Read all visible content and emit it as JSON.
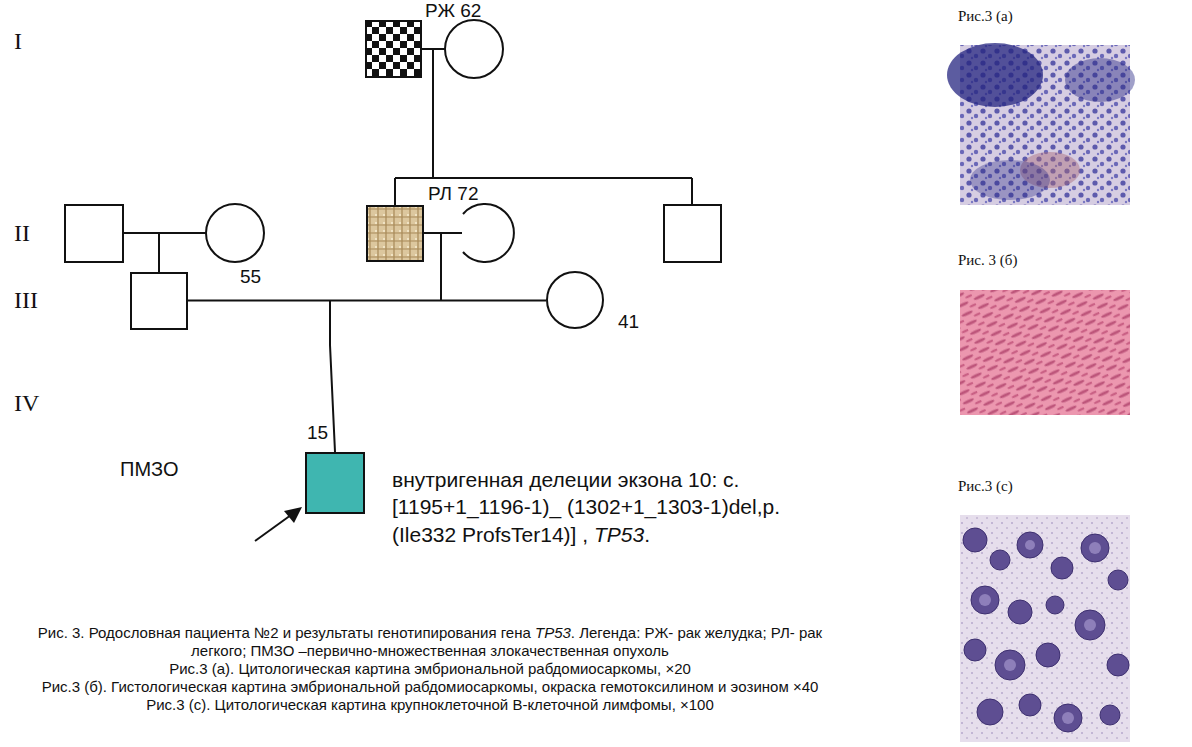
{
  "diagram": {
    "caption": "Рис. 3. Родословная пациента №2 и результаты генотипирования гена TP53. Легенда: РЖ- рак желудка; РЛ- рак легкого; ПМЗО –первично-множественная злокачественная опухоль",
    "nodes": [
      {
        "text": [
          "РЖ 62"
        ]
      },
      {
        "text": [
          "РЛ 72"
        ]
      },
      {
        "text": [
          "55"
        ]
      },
      {
        "text": [
          "41"
        ]
      },
      {
        "text": [
          "15"
        ]
      }
    ],
    "edges": [
      {
        "from": 2,
        "to": 3,
        "arrow": "none"
      }
    ],
    "labels": [
      "I",
      "II",
      "III",
      "IV",
      "ПМЗО",
      "внутригенная делеции экзона 10: c.[1195+1_1196-1)_ (1302+1_1303-1)del,p. (Ile332 ProfsTer14)] , TP53.",
      "Рис.3 (а)",
      "Рис. 3 (б)",
      "Рис.3 (с)",
      "Рис.3 (а). Цитологическая картина эмбриональной рабдомиосаркомы, ×20",
      "Рис.3 (б). Гистологическая картина эмбриональной рабдомиосаркомы, окраска гемотоксилином и эозином ×40",
      "Рис.3 (с). Цитологическая картина крупноклеточной В-клеточной лимфомы, ×100"
    ]
  }
}
